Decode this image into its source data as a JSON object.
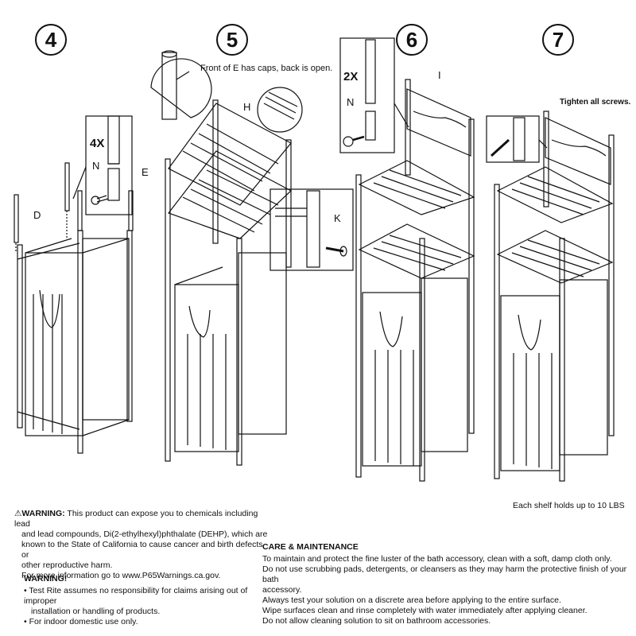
{
  "steps": [
    {
      "number": "4"
    },
    {
      "number": "5",
      "note": "Front of E has caps, back is open."
    },
    {
      "number": "6"
    },
    {
      "number": "7",
      "note": "Tighten all screws."
    }
  ],
  "callouts": {
    "step4_qty": "4X",
    "step6_qty": "2X"
  },
  "part_letters": {
    "D": "D",
    "E": "E",
    "H": "H",
    "I": "I",
    "K": "K",
    "N4": "N",
    "N6": "N"
  },
  "shelf_capacity": "Each shelf holds up to 10 LBS",
  "warning_prop65": {
    "title": "WARNING:",
    "text": "This product can expose you to chemicals including lead",
    "lines": [
      "and lead compounds, Di(2-ethylhexyl)phthalate (DEHP), which are",
      "known to the State of California to cause cancer and birth defects or",
      "other reproductive harm.",
      "For more information go to www.P65Warnings.ca.gov."
    ]
  },
  "warning_general": {
    "title": "WARNING!",
    "items": [
      "• Test Rite assumes no responsibility for claims arising out of improper",
      "installation or handling of products.",
      "• For indoor domestic use only."
    ]
  },
  "care": {
    "title": "CARE & MAINTENANCE",
    "lines": [
      "To maintain and protect the fine luster of the bath accessory, clean with a soft, damp cloth only.",
      "Do not use scrubbing pads, detergents, or cleansers as they may harm the protective finish of your bath",
      "accessory.",
      "Always test your solution on a discrete area before applying to the entire surface.",
      "Wipe surfaces clean and rinse completely with water immediately after applying cleaner.",
      "Do not allow cleaning solution to sit on bathroom accessories."
    ]
  }
}
